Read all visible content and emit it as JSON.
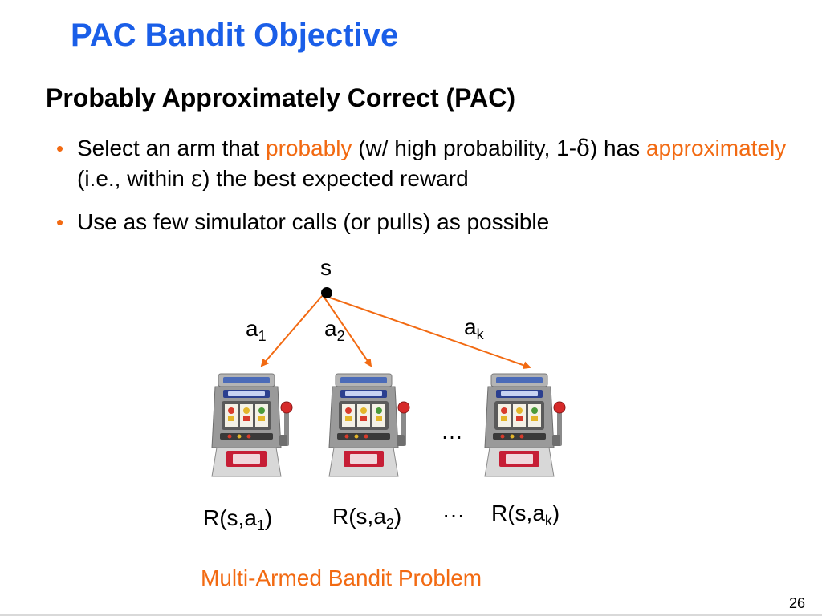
{
  "slide": {
    "title": "PAC Bandit Objective",
    "subtitle": "Probably Approximately Correct (PAC)",
    "bullets": [
      {
        "marker": "•",
        "p1": "Select an arm that ",
        "h1": "probably",
        "p2": " (w/ high probability, 1-",
        "g1": "δ",
        "p3": ") has ",
        "h2": "approximately",
        "p4": " (i.e., within ",
        "g2": "ε",
        "p5": ") the best expected reward"
      },
      {
        "marker": "•",
        "text": "Use as few simulator calls (or pulls) as possible"
      }
    ],
    "page_number": "26"
  },
  "diagram": {
    "state_label": "s",
    "arms": [
      {
        "base": "a",
        "sub": "1"
      },
      {
        "base": "a",
        "sub": "2"
      },
      {
        "base": "a",
        "sub": "k"
      }
    ],
    "rewards": [
      {
        "base": "R(s,a",
        "sub": "1",
        "close": ")"
      },
      {
        "base": "R(s,a",
        "sub": "2",
        "close": ")"
      },
      {
        "base": "R(s,a",
        "sub": "k",
        "close": ")"
      }
    ],
    "ellipsis": "…",
    "reward_ellipsis": "···",
    "caption": "Multi-Armed Bandit Problem"
  },
  "colors": {
    "title": "#1a5ee8",
    "highlight": "#f26a12",
    "bullet": "#f26a12",
    "arrow": "#f26a12",
    "caption": "#f26a12",
    "text": "#000000"
  },
  "icons": {
    "state_node": "filled-circle",
    "arm": "slot-machine-icon"
  }
}
